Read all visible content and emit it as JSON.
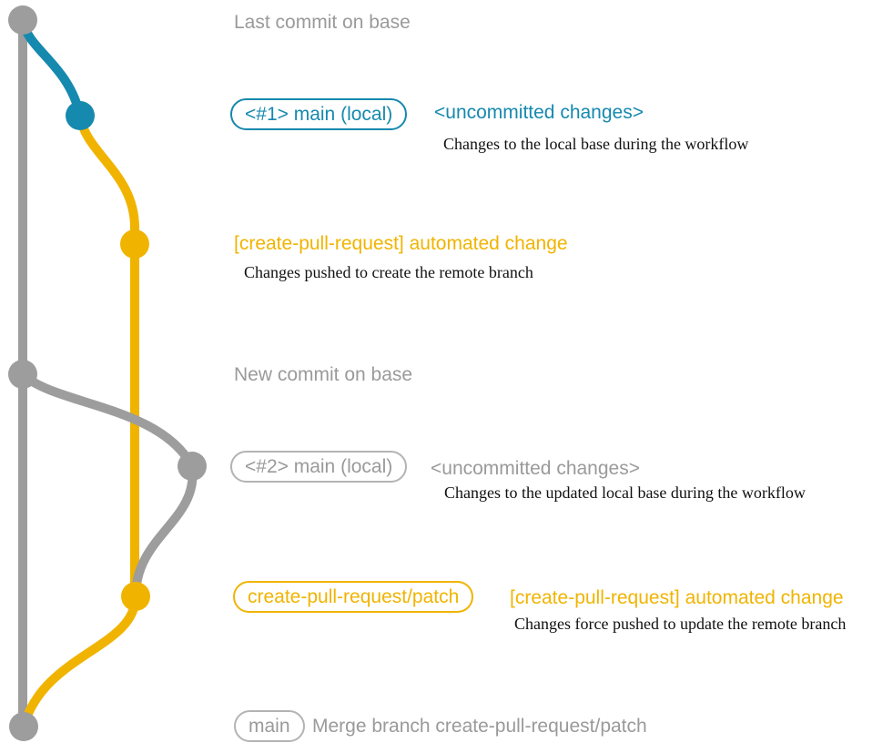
{
  "colors": {
    "gray": "#9d9d9d",
    "gray_text": "#9a9a9a",
    "gray_border": "#b3b3b3",
    "blue": "#1689ae",
    "yellow": "#f0b400",
    "ink": "#111111"
  },
  "annotations": {
    "row1": {
      "message": "Last commit on base"
    },
    "row2": {
      "branch": "<#1> main (local)",
      "status": "<uncommitted changes>",
      "note": "Changes to the local base during the workflow"
    },
    "row3": {
      "message": "[create-pull-request] automated change",
      "note": "Changes pushed to create the remote branch"
    },
    "row4": {
      "message": "New commit on base"
    },
    "row5": {
      "branch": "<#2> main (local)",
      "status": "<uncommitted changes>",
      "note": "Changes to the updated local base during the workflow"
    },
    "row6": {
      "branch": "create-pull-request/patch",
      "message": "[create-pull-request] automated change",
      "note": "Changes force pushed to update the remote branch"
    },
    "row7": {
      "branch": "main",
      "message": "Merge branch create-pull-request/patch"
    }
  }
}
